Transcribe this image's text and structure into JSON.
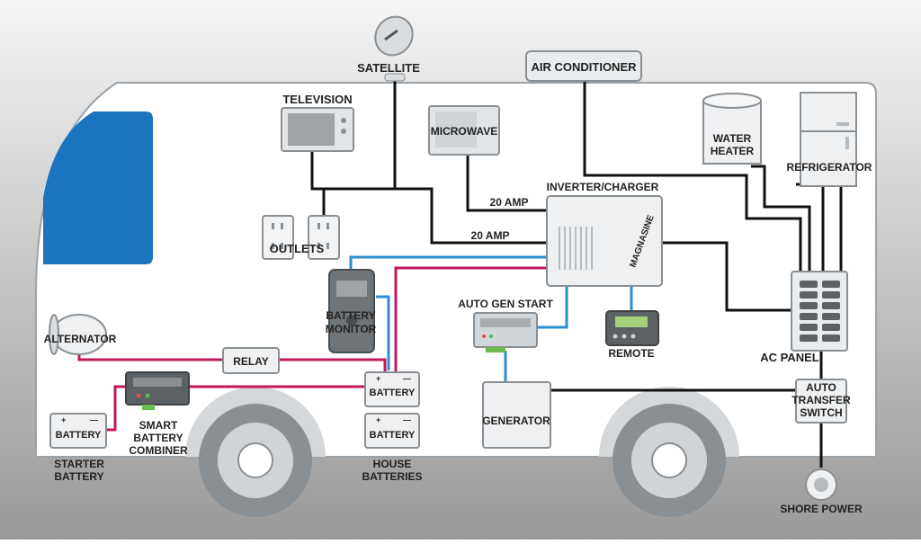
{
  "labels": {
    "satellite": "SATELLITE",
    "air_conditioner": "AIR CONDITIONER",
    "television": "TELEVISION",
    "microwave": "MICROWAVE",
    "water_heater": [
      "WATER",
      "HEATER"
    ],
    "refrigerator": "REFRIGERATOR",
    "inverter_charger": "INVERTER/CHARGER",
    "amp_upper": "20 AMP",
    "amp_lower": "20 AMP",
    "outlets": "OUTLETS",
    "battery_monitor": [
      "BATTERY",
      "MONITOR"
    ],
    "auto_gen_start": "AUTO GEN START",
    "remote": "REMOTE",
    "alternator": "ALTERNATOR",
    "relay": "RELAY",
    "battery_house_top": "BATTERY",
    "battery_house_bottom": "BATTERY",
    "battery_starter": "BATTERY",
    "starter_battery": [
      "STARTER",
      "BATTERY"
    ],
    "smart_battery_combiner": [
      "SMART",
      "BATTERY",
      "COMBINER"
    ],
    "house_batteries": [
      "HOUSE",
      "BATTERIES"
    ],
    "generator": "GENERATOR",
    "ac_panel": "AC PANEL",
    "auto_transfer_switch": [
      "AUTO",
      "TRANSFER",
      "SWITCH"
    ],
    "shore_power": "SHORE POWER",
    "inverter_brand": "MAGNASINE"
  },
  "colors": {
    "background_top": "#f4f4f4",
    "background_bottom": "#9a9a9a",
    "body_fill": "#ffffff",
    "windshield": "#1a74bf",
    "ac_wire": "#111111",
    "dc_positive_wire": "#c2185b",
    "signal_wire": "#2b8fcf",
    "wheel": "#8a8f93",
    "device_fill": "#e8ecef"
  },
  "connections": [
    {
      "from": "satellite",
      "to": "outlets",
      "type": "ac"
    },
    {
      "from": "air_conditioner",
      "to": "ac_panel",
      "type": "ac"
    },
    {
      "from": "television",
      "to": "outlets",
      "type": "ac"
    },
    {
      "from": "microwave",
      "to": "inverter_charger",
      "type": "ac",
      "label": "20 AMP"
    },
    {
      "from": "outlets",
      "to": "inverter_charger",
      "type": "ac",
      "label": "20 AMP"
    },
    {
      "from": "water_heater",
      "to": "ac_panel",
      "type": "ac"
    },
    {
      "from": "refrigerator",
      "to": "ac_panel",
      "type": "ac"
    },
    {
      "from": "inverter_charger",
      "to": "ac_panel",
      "type": "ac"
    },
    {
      "from": "ac_panel",
      "to": "auto_transfer_switch",
      "type": "ac"
    },
    {
      "from": "generator",
      "to": "auto_transfer_switch",
      "type": "ac"
    },
    {
      "from": "shore_power",
      "to": "auto_transfer_switch",
      "type": "ac"
    },
    {
      "from": "alternator",
      "to": "relay",
      "type": "dc"
    },
    {
      "from": "relay",
      "to": "house_batteries",
      "type": "dc"
    },
    {
      "from": "starter_battery",
      "to": "smart_battery_combiner",
      "type": "dc"
    },
    {
      "from": "smart_battery_combiner",
      "to": "house_batteries",
      "type": "dc"
    },
    {
      "from": "house_batteries",
      "to": "inverter_charger",
      "type": "dc"
    },
    {
      "from": "battery_monitor",
      "to": "inverter_charger",
      "type": "signal"
    },
    {
      "from": "auto_gen_start",
      "to": "inverter_charger",
      "type": "signal"
    },
    {
      "from": "remote",
      "to": "inverter_charger",
      "type": "signal"
    },
    {
      "from": "auto_gen_start",
      "to": "generator",
      "type": "signal"
    }
  ]
}
